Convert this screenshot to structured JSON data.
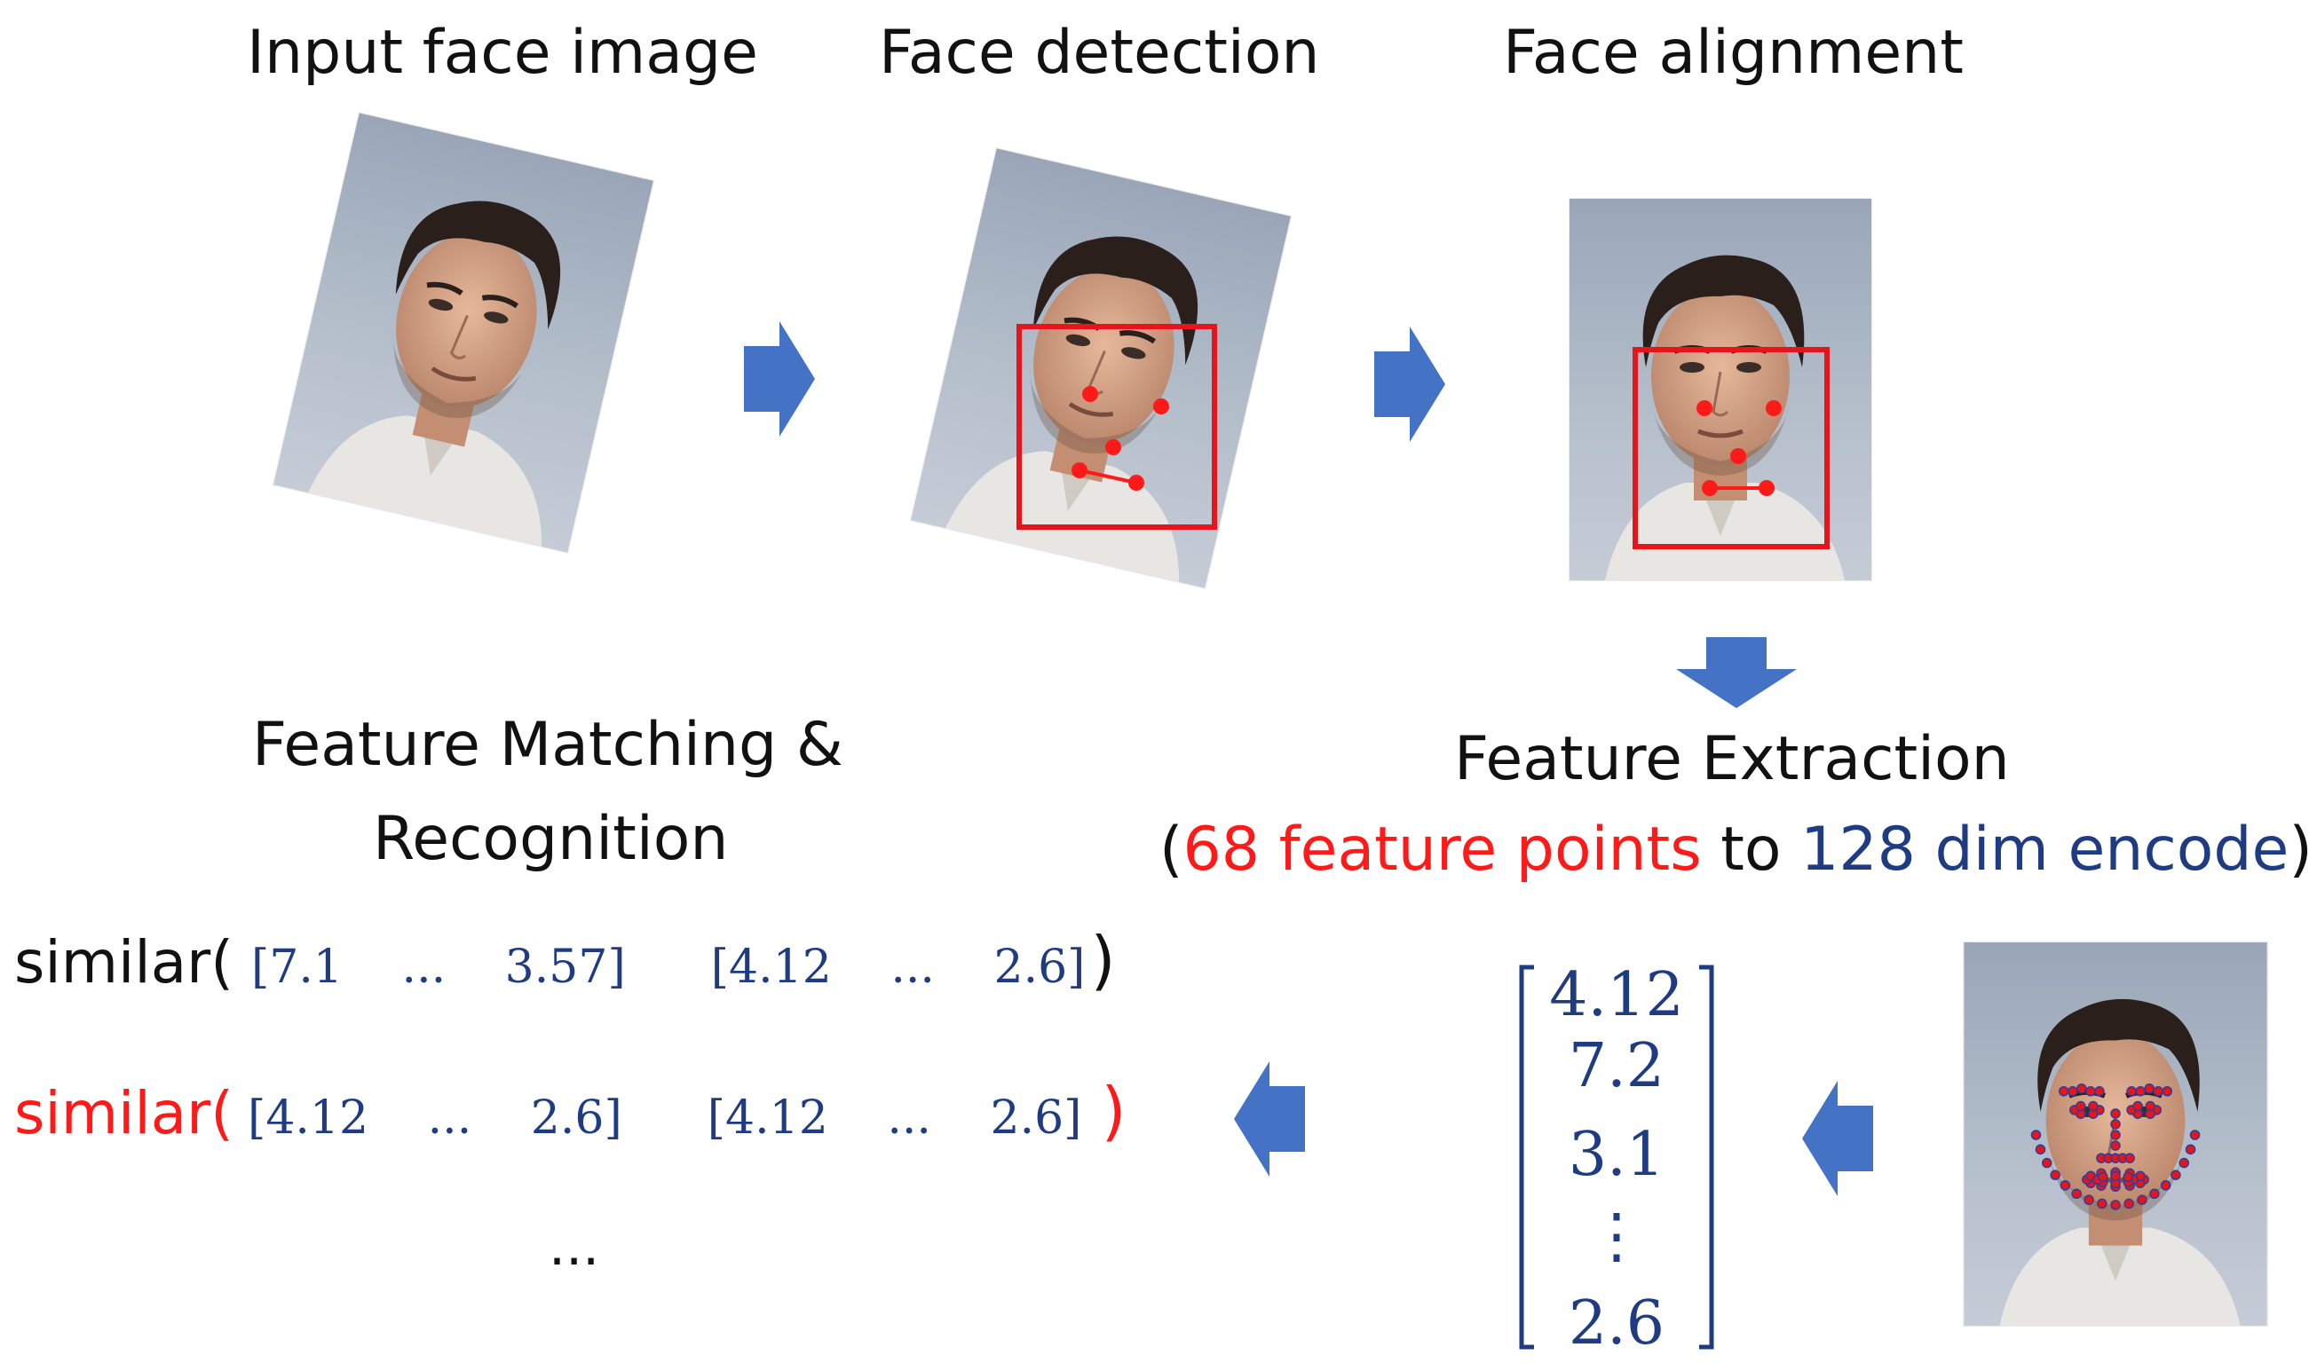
{
  "steps": {
    "input": "Input face image",
    "detection": "Face detection",
    "alignment": "Face alignment",
    "extraction_title": "Feature Extraction",
    "extraction_open": "(",
    "extraction_points": "68 feature points",
    "extraction_to": " to ",
    "extraction_encode": "128 dim encode",
    "extraction_close": ")",
    "matching_line1": "Feature Matching &",
    "matching_line2": "Recognition"
  },
  "similarity_rows": [
    {
      "func": "similar(",
      "a_open": "[7.1",
      "a_dots": "...",
      "a_close": "3.57]",
      "b_open": "[4.12",
      "b_dots": "...",
      "b_close": "2.6]",
      "end": ")"
    },
    {
      "func": "similar(",
      "a_open": "[4.12",
      "a_dots": "...",
      "a_close": "2.6]",
      "b_open": "[4.12",
      "b_dots": "...",
      "b_close": "2.6]",
      "end": ")"
    }
  ],
  "ellipsis": "...",
  "vector_values": [
    "4.12",
    "7.2",
    "3.1",
    "⋮",
    "2.6"
  ],
  "colors": {
    "arrow": "#4472c4",
    "box": "#e8141c",
    "landmark": "#ff1a1a",
    "highlight": "#ff1a1a",
    "value_text": "#1f3b82"
  },
  "icons": [
    "arrow-right-icon",
    "arrow-down-icon",
    "arrow-left-icon"
  ]
}
